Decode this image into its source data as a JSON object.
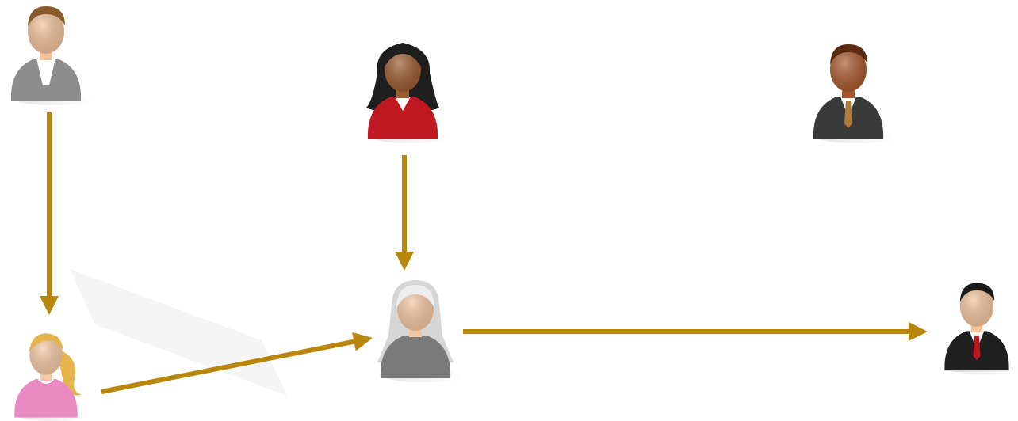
{
  "diagram": {
    "arrow_color": "#b8860b",
    "nodes": [
      {
        "id": "man-gray",
        "icon": "man-gray-sweater-icon",
        "skin": "#f2c29a",
        "hair": "#8a5a2b",
        "clothes": "#8d8d8d",
        "accent": "#ffffff"
      },
      {
        "id": "woman-red",
        "icon": "woman-red-suit-icon",
        "skin": "#9c5a2e",
        "hair": "#1e1e1e",
        "clothes": "#c01820",
        "accent": "#ffffff"
      },
      {
        "id": "man-brown-suit",
        "icon": "man-dark-suit-brown-tie-icon",
        "skin": "#a8582a",
        "hair": "#5a2b12",
        "clothes": "#3a3a3a",
        "accent": "#b07a3a"
      },
      {
        "id": "girl-pink",
        "icon": "girl-pink-shirt-icon",
        "skin": "#f6c9a5",
        "hair": "#e6b44a",
        "clothes": "#e98ac2",
        "accent": "#ffffff"
      },
      {
        "id": "woman-hijab",
        "icon": "woman-hijab-icon",
        "skin": "#f4c7a2",
        "hair": "#d6d6d6",
        "clothes": "#7a7a7a",
        "accent": "#ffffff"
      },
      {
        "id": "man-black-suit",
        "icon": "man-black-suit-red-tie-icon",
        "skin": "#f3c39c",
        "hair": "#1a1a1a",
        "clothes": "#202020",
        "accent": "#c0151d"
      }
    ],
    "edges": [
      {
        "from": "man-gray",
        "to": "girl-pink"
      },
      {
        "from": "woman-red",
        "to": "woman-hijab"
      },
      {
        "from": "girl-pink",
        "to": "woman-hijab"
      },
      {
        "from": "woman-hijab",
        "to": "man-black-suit"
      }
    ]
  }
}
